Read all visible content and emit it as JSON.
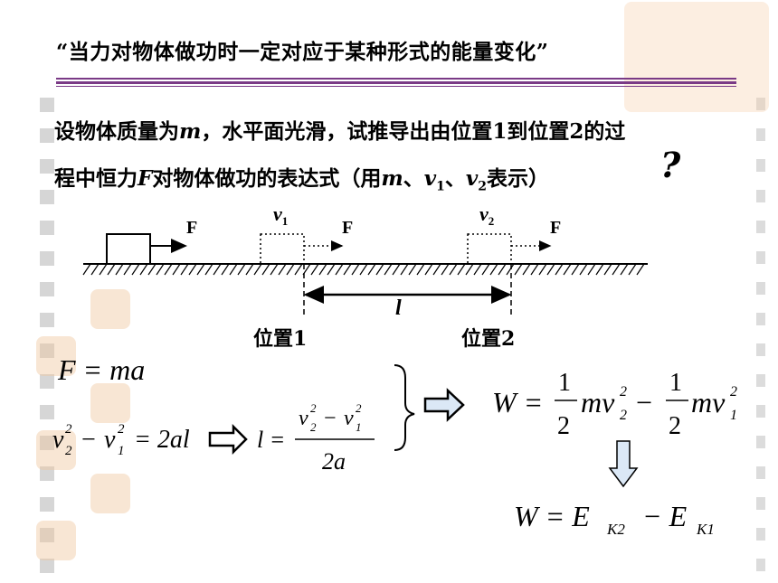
{
  "title": "“当力对物体做功时一定对应于某种形式的能量变化”",
  "question": {
    "line1": {
      "part1": "设物体质量为",
      "m": "m",
      "part2": "，水平面光滑，试推导出由位置",
      "pos1": "1",
      "part3": "到位置",
      "pos2": "2",
      "part4": "的过"
    },
    "line2": {
      "part1": "程中恒力",
      "F": "F",
      "part2": "对物体做功的表达式（用",
      "m": "m",
      "sep1": "、",
      "v": "v",
      "sub1": "1",
      "sep2": "、",
      "v2": "v",
      "sub2": "2",
      "part3": "表示）"
    },
    "qmark": "?"
  },
  "diagram": {
    "force_label": "F",
    "v1_label": "v",
    "v1_sub": "1",
    "v2_label": "v",
    "v2_sub": "2",
    "distance_label": "l",
    "position1_label": "位置1",
    "position2_label": "位置2"
  },
  "equations": {
    "eq1": "F = ma",
    "eq2_lhs": "v",
    "eq2_rhs": "= 2al",
    "eq3_lhs": "l =",
    "eq3_den": "2a",
    "eq4_lhs": "W =",
    "eq4_half1": "1",
    "eq4_half2": "2",
    "eq4_mv": "mv",
    "eq5": "W = E",
    "eq5_k2": "K2",
    "eq5_minus": "− E",
    "eq5_k1": "K1"
  }
}
